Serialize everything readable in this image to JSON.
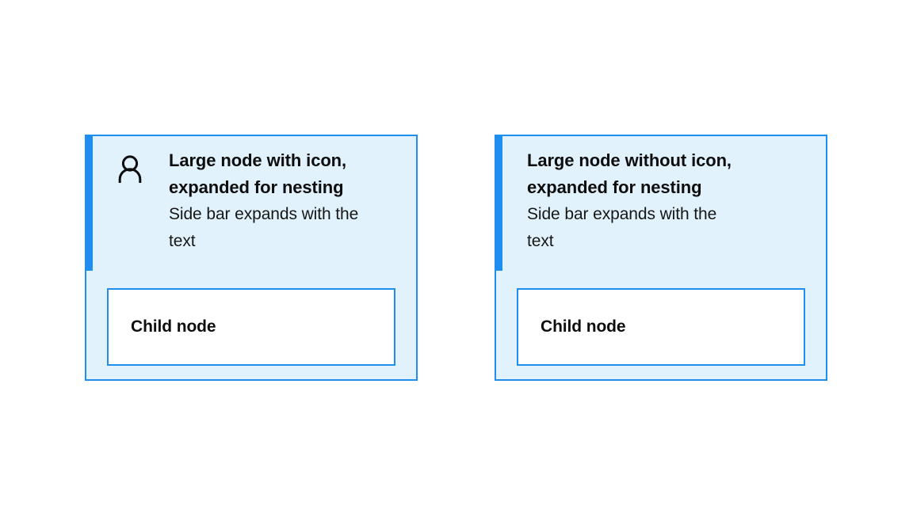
{
  "page": {
    "background_color": "#ffffff",
    "accent_color": "#1f8ef1",
    "card_fill_color": "#e2f2fd",
    "text_color": "#0e0e0e"
  },
  "cards": [
    {
      "id": "large-node-with-icon",
      "has_icon": true,
      "icon": "user-icon",
      "title": "Large node with icon, expanded for nesting",
      "subtitle": "Side bar expands with the text",
      "child": {
        "label": "Child node"
      }
    },
    {
      "id": "large-node-without-icon",
      "has_icon": false,
      "icon": "",
      "title": "Large node without icon, expanded for nesting",
      "subtitle": "Side bar expands with the text",
      "child": {
        "label": "Child node"
      }
    }
  ]
}
